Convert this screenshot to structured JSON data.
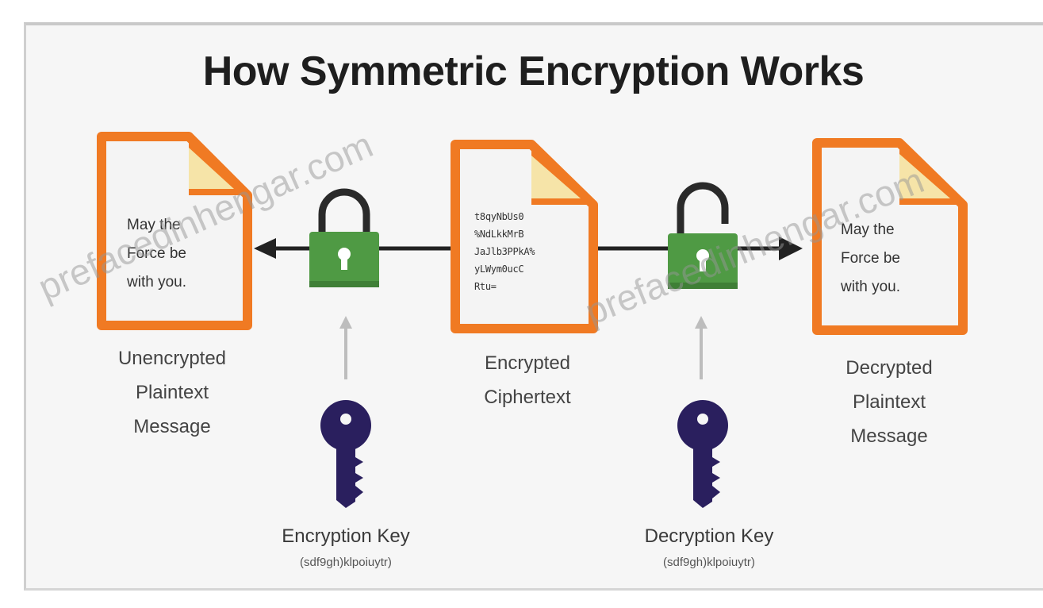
{
  "title": "How Symmetric Encryption Works",
  "plaintext_doc": {
    "text": [
      "May the",
      "Force be",
      "with you."
    ]
  },
  "cipher_doc": {
    "text": [
      "t8qyNbUs0",
      "%NdLkkMrB",
      "JaJlb3PPkA%",
      "yLWym0ucC",
      "Rtu="
    ]
  },
  "decrypted_doc": {
    "text": [
      "May the",
      "Force be",
      "with you."
    ]
  },
  "labels": {
    "unencrypted": [
      "Unencrypted",
      "Plaintext",
      "Message"
    ],
    "encrypted": [
      "Encrypted",
      "Ciphertext"
    ],
    "decrypted": [
      "Decrypted",
      "Plaintext",
      "Message"
    ]
  },
  "encryption_key": {
    "name": "Encryption Key",
    "code": "(sdf9gh)klpoiuytr)"
  },
  "decryption_key": {
    "name": "Decryption Key",
    "code": "(sdf9gh)klpoiuytr)"
  },
  "watermarks": [
    "prefacedinhengar.com",
    "prefacedinhengar.com"
  ],
  "colors": {
    "doc_border": "#f07a23",
    "lock_green": "#4f9a44",
    "key_purple": "#2a1f5e",
    "arrow": "#222222"
  },
  "icons": [
    "document-icon",
    "lock-icon",
    "unlock-icon",
    "key-icon"
  ]
}
